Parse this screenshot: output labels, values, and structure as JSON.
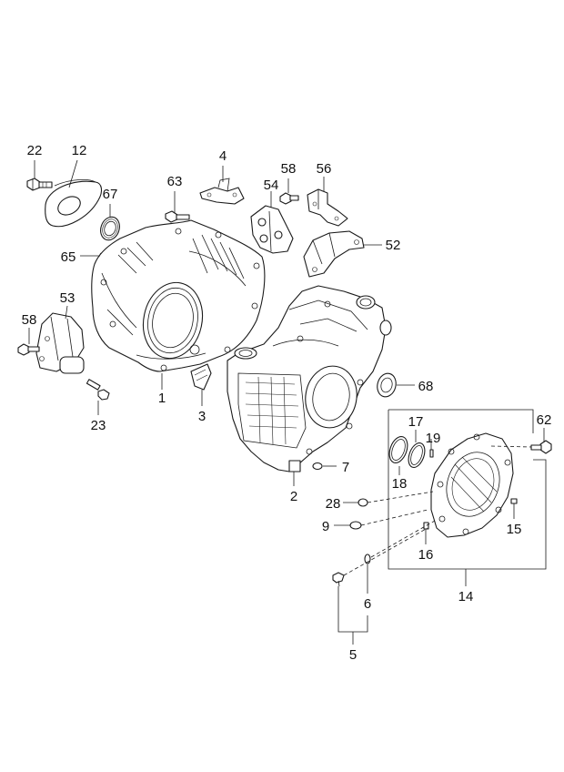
{
  "callouts": {
    "c22": "22",
    "c12": "12",
    "c67": "67",
    "c63": "63",
    "c4": "4",
    "c58a": "58",
    "c56": "56",
    "c54": "54",
    "c65": "65",
    "c52": "52",
    "c53": "53",
    "c58b": "58",
    "c1": "1",
    "c3": "3",
    "c23": "23",
    "c68": "68",
    "c62": "62",
    "c17": "17",
    "c19": "19",
    "c18": "18",
    "c7": "7",
    "c2": "2",
    "c28": "28",
    "c9": "9",
    "c15": "15",
    "c16": "16",
    "c14": "14",
    "c6": "6",
    "c5": "5"
  }
}
